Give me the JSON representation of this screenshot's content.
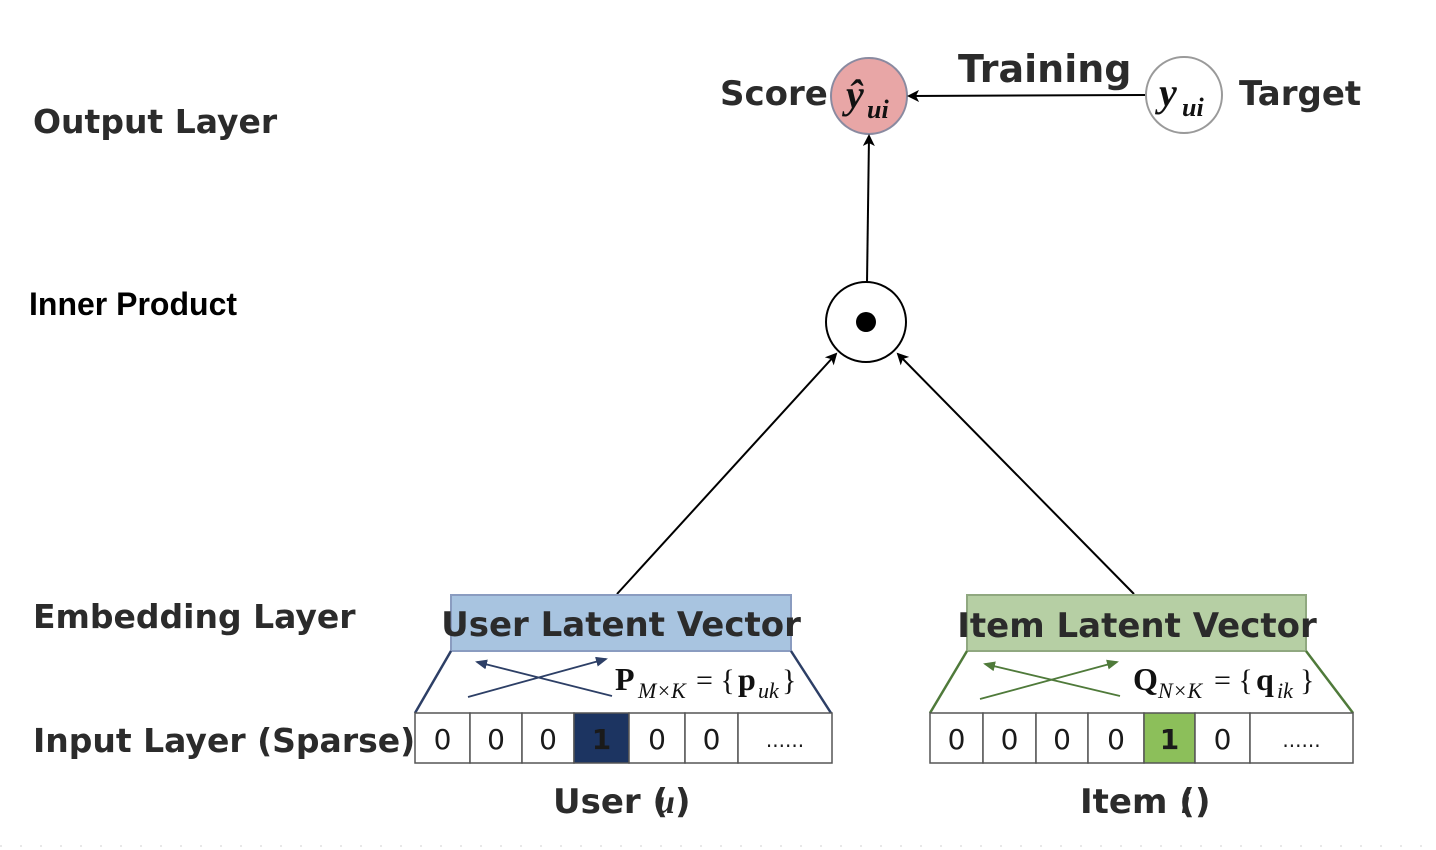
{
  "layers": {
    "output": "Output Layer",
    "inner": "Inner Product",
    "embedding": "Embedding Layer",
    "input": "Input Layer (Sparse)"
  },
  "top": {
    "score_label": "Score",
    "training_label": "Training",
    "target_label": "Target",
    "prediction_symbol": "ŷ",
    "target_symbol": "y",
    "subscript": "ui"
  },
  "user": {
    "box_title": "User Latent Vector",
    "matrix_symbol": "P",
    "matrix_dims": "M×K",
    "matrix_rhs": "= {",
    "matrix_elem": "p",
    "matrix_elem_sub": "uk",
    "matrix_close": "}",
    "cells": [
      "0",
      "0",
      "0",
      "1",
      "0",
      "0",
      "......"
    ],
    "caption_word": "User (",
    "caption_var": "u",
    "caption_close": ")"
  },
  "item": {
    "box_title": "Item Latent Vector",
    "matrix_symbol": "Q",
    "matrix_dims": "N×K",
    "matrix_rhs": "= {",
    "matrix_elem": "q",
    "matrix_elem_sub": "ik",
    "matrix_close": "}",
    "cells": [
      "0",
      "0",
      "0",
      "0",
      "1",
      "0",
      "......"
    ],
    "caption_word": "Item (",
    "caption_var": "i",
    "caption_close": ")"
  },
  "colors": {
    "score_fill": "#e8a6a6",
    "user_box": "#a8c4e0",
    "item_box": "#b6cfa4",
    "user_hot": "#1c3461",
    "item_hot": "#8cbf5a",
    "user_trap": "#2d3f66",
    "item_trap": "#4f7a3a"
  }
}
